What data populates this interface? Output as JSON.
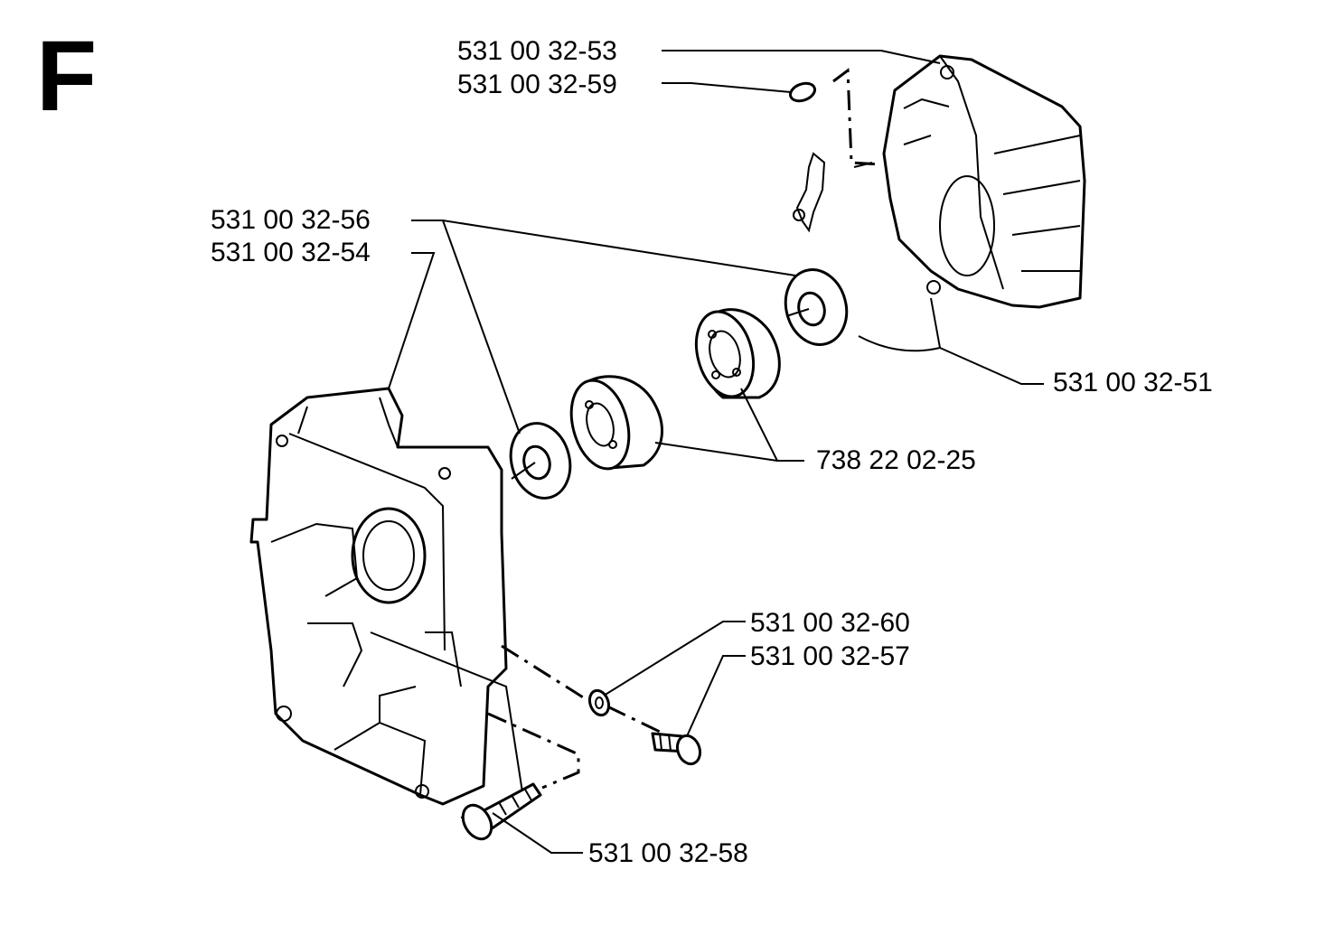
{
  "section": "F",
  "labels": {
    "p53": "531 00 32-53",
    "p59": "531 00 32-59",
    "p56": "531 00 32-56",
    "p54": "531 00 32-54",
    "p51": "531 00 32-51",
    "p25": "738 22 02-25",
    "p60": "531 00 32-60",
    "p57": "531 00 32-57",
    "p58": "531 00 32-58"
  }
}
